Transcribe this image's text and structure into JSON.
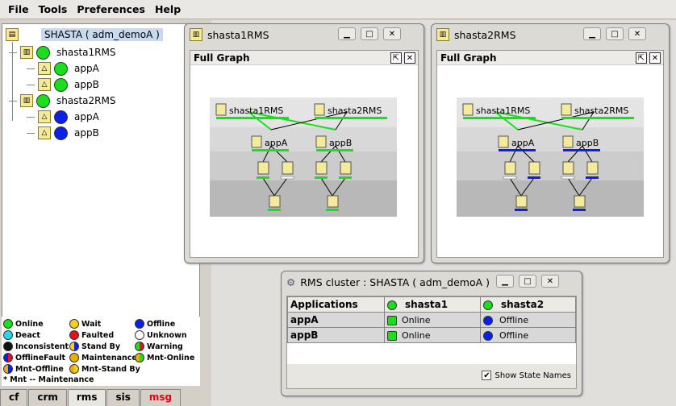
{
  "menu": [
    "File",
    "Tools",
    "Preferences",
    "Help"
  ],
  "tree": {
    "root": "SHASTA ( adm_demoA )",
    "nodes": [
      {
        "label": "shasta1RMS",
        "apps": [
          {
            "label": "appA"
          },
          {
            "label": "appB"
          }
        ]
      },
      {
        "label": "shasta2RMS",
        "apps": [
          {
            "label": "appA"
          },
          {
            "label": "appB"
          }
        ]
      }
    ]
  },
  "legend": [
    [
      "Online",
      "Wait",
      "Offline"
    ],
    [
      "Deact",
      "Faulted",
      "Unknown"
    ],
    [
      "Inconsistent",
      "Stand By",
      "Warning"
    ],
    [
      "OfflineFault",
      "Maintenance",
      "Mnt-Online"
    ],
    [
      "Mnt-Offline",
      "Mnt-Stand By"
    ]
  ],
  "legend_note": "* Mnt -- Maintenance",
  "tabs": [
    "cf",
    "crm",
    "rms",
    "sis",
    "msg"
  ],
  "win1": {
    "title": "shasta1RMS",
    "graph_title": "Full Graph"
  },
  "win2": {
    "title": "shasta2RMS",
    "graph_title": "Full Graph"
  },
  "graph": {
    "nodes": [
      "shasta1RMS",
      "shasta2RMS"
    ],
    "apps": [
      "appA",
      "appB"
    ]
  },
  "cluster": {
    "title": "RMS cluster : SHASTA ( adm_demoA )",
    "headers": [
      "Applications",
      "shasta1",
      "shasta2"
    ],
    "rows": [
      {
        "app": "appA",
        "s1": "Online",
        "s2": "Offline"
      },
      {
        "app": "appB",
        "s1": "Online",
        "s2": "Offline"
      }
    ],
    "show_state_names": "Show State Names"
  }
}
